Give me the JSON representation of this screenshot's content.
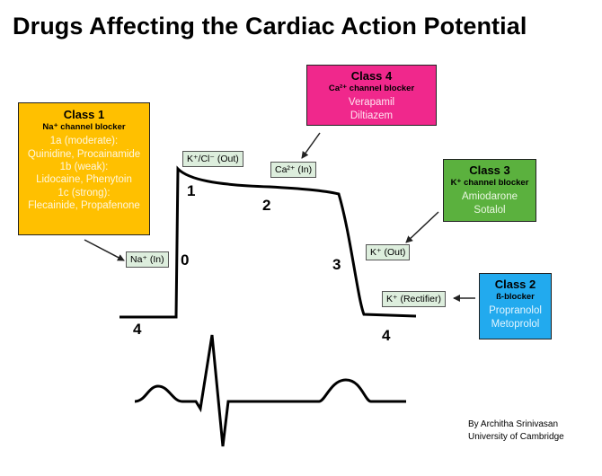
{
  "title": "Drugs Affecting the Cardiac Action Potential",
  "class1": {
    "heading": "Class 1",
    "subtitle": "Na⁺ channel blocker",
    "lines": [
      "1a (moderate):",
      "Quinidine, Procainamide",
      "1b (weak):",
      "Lidocaine, Phenytoin",
      "1c (strong):",
      "Flecainide, Propafenone"
    ]
  },
  "class4": {
    "heading": "Class 4",
    "subtitle": "Ca²⁺ channel blocker",
    "lines": [
      "Verapamil",
      "Diltiazem"
    ]
  },
  "class3": {
    "heading": "Class 3",
    "subtitle": "K⁺ channel blocker",
    "lines": [
      "Amiodarone",
      "Sotalol"
    ]
  },
  "class2": {
    "heading": "Class 2",
    "subtitle": "ß-blocker",
    "lines": [
      "Propranolol",
      "Metoprolol"
    ]
  },
  "ions": {
    "na_in": "Na⁺ (In)",
    "k_cl_out": "K⁺/Cl⁻ (Out)",
    "ca_in": "Ca²⁺ (In)",
    "k_out": "K⁺ (Out)",
    "k_rectifier": "K⁺ (Rectifier)"
  },
  "phases": {
    "p0": "0",
    "p1": "1",
    "p2": "2",
    "p3": "3",
    "p4_left": "4",
    "p4_right": "4"
  },
  "credit": {
    "author": "By Architha Srinivasan",
    "institution": "University of Cambridge"
  },
  "colors": {
    "class1": "#ffc000",
    "class2": "#22aaee",
    "class3": "#5bb13e",
    "class4": "#f0288c",
    "ion_label": "#ddeedd"
  }
}
